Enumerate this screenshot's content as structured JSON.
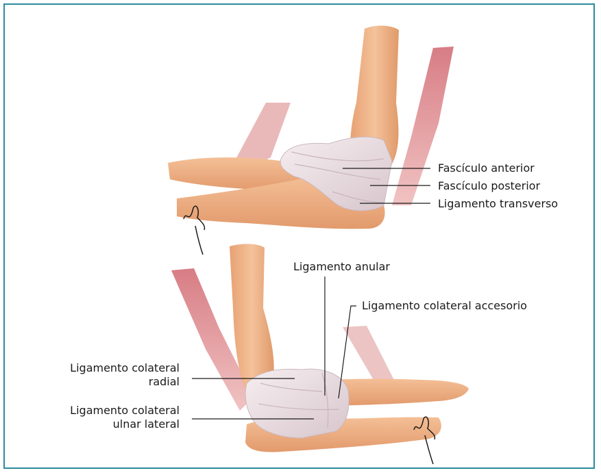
{
  "diagram": {
    "border_color": "#2b8a9a",
    "skin_color": "#f0ae82",
    "muscle_color": "#d9868b",
    "ligament_color": "#ede2e6",
    "top_view": {
      "labels": {
        "anterior": "Fascículo anterior",
        "posterior": "Fascículo posterior",
        "transverse": "Ligamento transverso"
      }
    },
    "bottom_view": {
      "labels": {
        "annular": "Ligamento anular",
        "accessory": "Ligamento colateral accesorio",
        "radial_line1": "Ligamento colateral",
        "radial_line2": "radial",
        "ulnar_line1": "Ligamento colateral",
        "ulnar_line2": "ulnar lateral"
      }
    }
  }
}
